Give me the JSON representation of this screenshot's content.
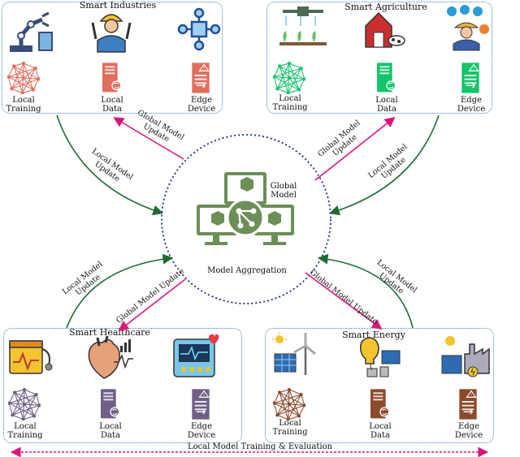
{
  "center": {
    "label": "Global\nModel",
    "caption": "Model Aggregation"
  },
  "panels": {
    "industries": {
      "title": "Smart Industries",
      "items": [
        "Local\nTraining",
        "Local\nData",
        "Edge\nDevice"
      ]
    },
    "agriculture": {
      "title": "Smart Agriculture",
      "items": [
        "Local\nTraining",
        "Local\nData",
        "Edge\nDevice"
      ]
    },
    "healthcare": {
      "title": "Smart  Healthcare",
      "items": [
        "Local\nTraining",
        "Local\nData",
        "Edge\nDevice"
      ]
    },
    "energy": {
      "title": "Smart  Energy",
      "items": [
        "Local\nTraining",
        "Local\nData",
        "Edge\nDevice"
      ]
    }
  },
  "arrows": {
    "tl_global": "Global Model\nUpdate",
    "tl_local": "Local Model\nUpdate",
    "tr_global": "Global Model\nUpdate",
    "tr_local": "Local Model\nUpdate",
    "bl_local": "Local Model\nUpdate",
    "bl_global": "Global Model Update",
    "br_local": "Local Model\nUpdate",
    "br_global": "Global Model Update"
  },
  "bottom": "Local Model Training & Evaluation",
  "colors": {
    "red": "#e06e5e",
    "green": "#13c46a",
    "brown": "#8c4a2c",
    "purple": "#6e5f86",
    "sage": "#6b8f56",
    "pink": "#d9167a",
    "darkgreen": "#1f6b32",
    "navy": "#1d2b87",
    "border": "#4a7fc1"
  }
}
